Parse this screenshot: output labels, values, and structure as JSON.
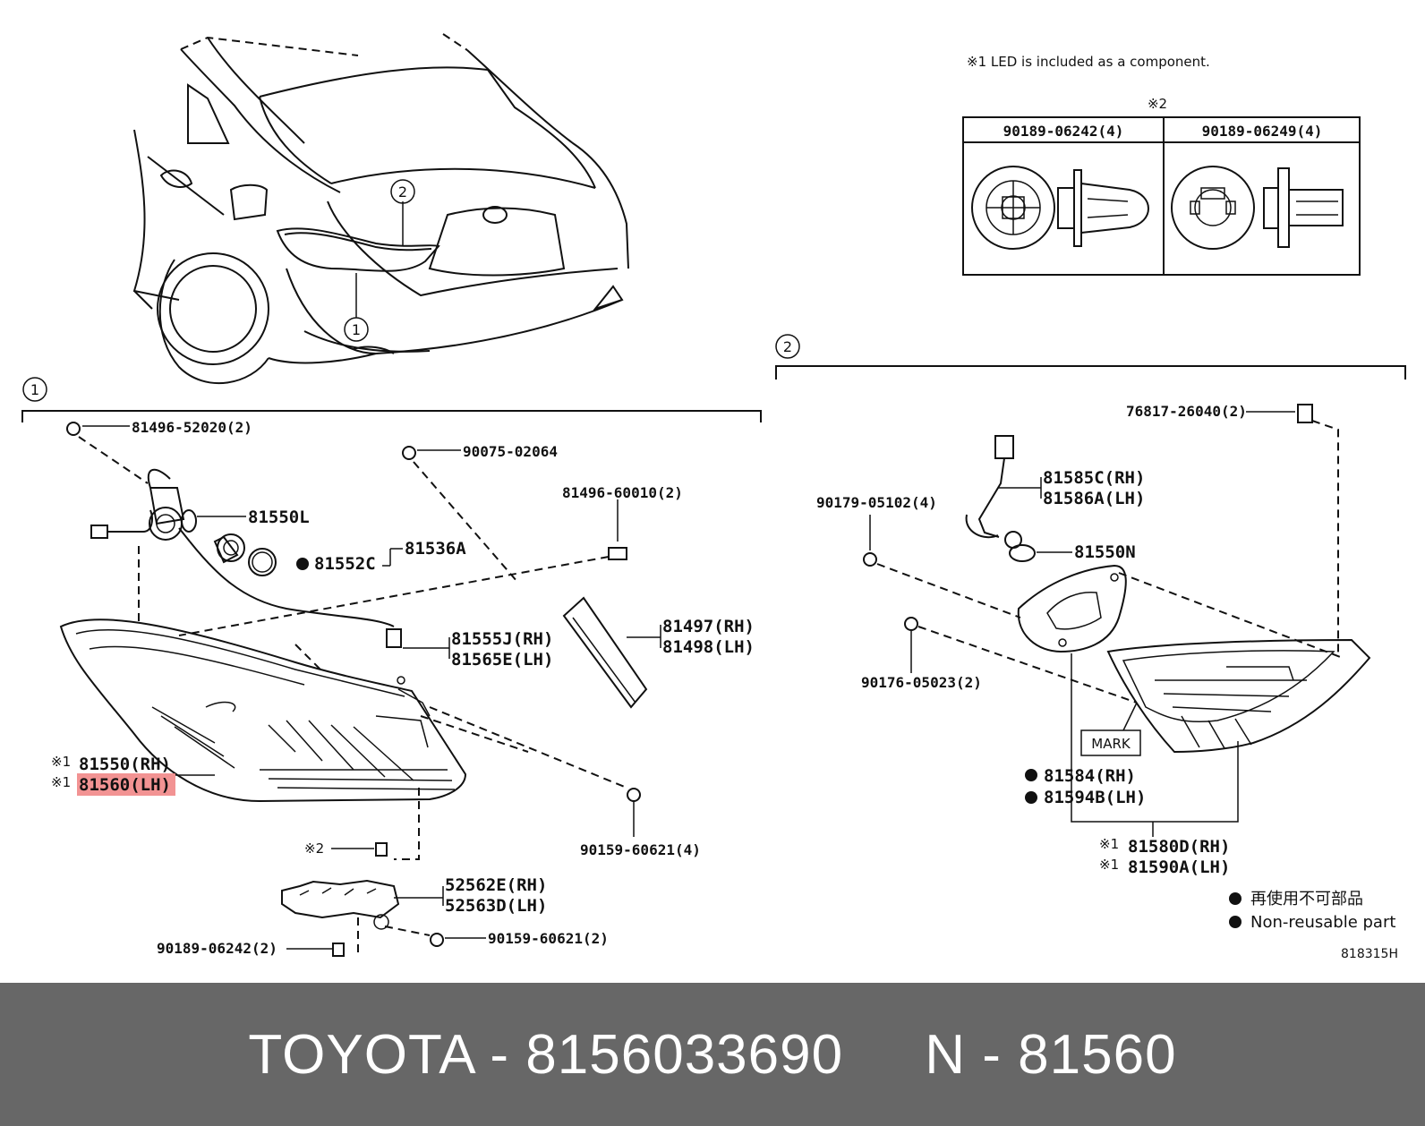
{
  "notes": {
    "led_note": "※1 LED is included as a component.",
    "table_mark": "※2"
  },
  "fastener_table": {
    "columns": [
      "90189-06242(4)",
      "90189-06249(4)"
    ]
  },
  "section_markers": {
    "section1": "1",
    "section2": "2",
    "car_callout1": "1",
    "car_callout2": "2"
  },
  "labels_section1": {
    "p81496_52020": "81496-52020(2)",
    "p90075_02064": "90075-02064",
    "p81550L": "81550L",
    "p81496_60010": "81496-60010(2)",
    "p81552C": "81552C",
    "p81536A": "81536A",
    "p81555J": "81555J(RH)",
    "p81565E": "81565E(LH)",
    "p81497": "81497(RH)",
    "p81498": "81498(LH)",
    "mark1a": "※1",
    "mark1b": "※1",
    "p81550": "81550(RH)",
    "p81560": "81560(LH)",
    "p90159_60621_4": "90159-60621(4)",
    "mark2": "※2",
    "p52562E": "52562E(RH)",
    "p52563D": "52563D(LH)",
    "p90159_60621_2": "90159-60621(2)",
    "p90189_06242_2": "90189-06242(2)"
  },
  "labels_section2": {
    "p76817_26040": "76817-26040(2)",
    "p81585C": "81585C(RH)",
    "p81586A": "81586A(LH)",
    "p90179_05102": "90179-05102(4)",
    "p81550N": "81550N",
    "p90176_05023": "90176-05023(2)",
    "mark_box": "MARK",
    "p81584": "81584(RH)",
    "p81594B": "81594B(LH)",
    "mark1c": "※1",
    "mark1d": "※1",
    "p81580D": "81580D(RH)",
    "p81590A": "81590A(LH)"
  },
  "legend": {
    "jp": "再使用不可部品",
    "en": "Non-reusable part"
  },
  "diagram_ref": "818315H",
  "banner": {
    "brand": "TOYOTA",
    "sep1": " - ",
    "part_number": "8156033690",
    "gap": "     ",
    "prefix": "N",
    "sep2": " - ",
    "code": "81560"
  },
  "highlight_color": "#f08080"
}
